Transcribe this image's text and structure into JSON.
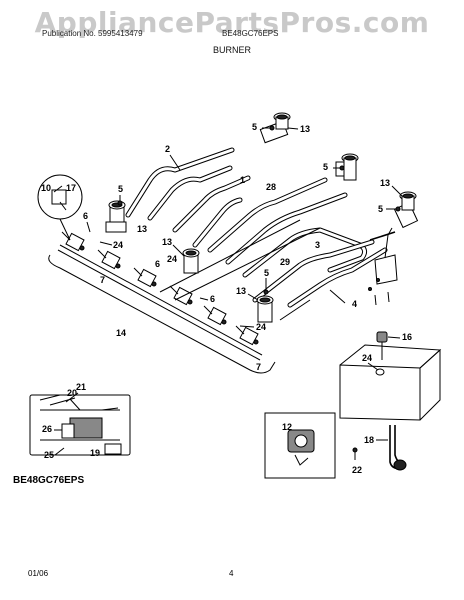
{
  "watermark": "AppliancePartsPros.com",
  "header": {
    "publication": "Publication No. 5995413479",
    "model_ref": "BE48GC76EPS",
    "section_title": "BURNER"
  },
  "callouts": {
    "c1": "1",
    "c2": "2",
    "c3": "3",
    "c4": "4",
    "c5a": "5",
    "c5b": "5",
    "c5c": "5",
    "c5d": "5",
    "c5e": "5",
    "c6a": "6",
    "c6b": "6",
    "c6c": "6",
    "c7a": "7",
    "c7b": "7",
    "c10": "10",
    "c12": "12",
    "c13a": "13",
    "c13b": "13",
    "c13c": "13",
    "c13d": "13",
    "c13e": "13",
    "c14": "14",
    "c16": "16",
    "c17": "17",
    "c18": "18",
    "c19": "19",
    "c20": "20",
    "c21": "21",
    "c22": "22",
    "c24a": "24",
    "c24b": "24",
    "c24c": "24",
    "c24d": "24",
    "c25": "25",
    "c26": "26",
    "c28": "28",
    "c29": "29"
  },
  "footer": {
    "model": "BE48GC76EPS",
    "date": "01/06",
    "page": "4"
  }
}
